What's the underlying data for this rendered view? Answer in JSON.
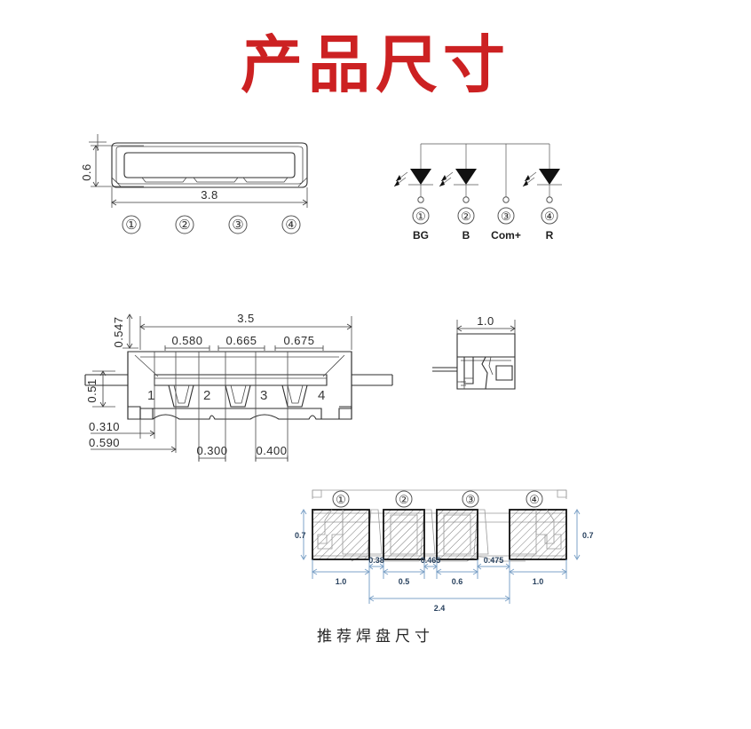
{
  "title": "产品尺寸",
  "caption_pad": "推荐焊盘尺寸",
  "top_view": {
    "name": "package-top-view",
    "height_dim": "0.6",
    "width_dim": "3.8",
    "pins": [
      "①",
      "②",
      "③",
      "④"
    ]
  },
  "schematic": {
    "name": "led-circuit-schematic",
    "pins": [
      "①",
      "②",
      "③",
      "④"
    ],
    "labels": [
      "BG",
      "B",
      "Com+",
      "R"
    ],
    "led_count": 3
  },
  "cross_section": {
    "name": "package-cross-section",
    "overall_width": "3.5",
    "segment_dims": [
      "0.580",
      "0.665",
      "0.675"
    ],
    "height_top": "0.547",
    "height_body": "0.51",
    "left_dims": [
      "0.310",
      "0.590"
    ],
    "bottom_dims": [
      "0.300",
      "0.400"
    ],
    "pins": [
      "1",
      "2",
      "3",
      "4"
    ]
  },
  "side_view": {
    "name": "package-side-view",
    "width_dim": "1.0"
  },
  "pad_layout": {
    "name": "recommended-pad-layout",
    "pads": [
      "①",
      "②",
      "③",
      "④"
    ],
    "pad_height_left": "0.7",
    "pad_height_right": "0.7",
    "horizontal_dims": [
      "1.0",
      "0.38",
      "0.5",
      "0.465",
      "0.6",
      "0.475",
      "1.0"
    ],
    "total_dim": "2.4"
  },
  "colors": {
    "title_red": "#cc2122",
    "line_black": "#2e2e2e",
    "dim_blue": "#7ea3c8",
    "dim_text_blue": "#28415e",
    "background": "#ffffff"
  }
}
